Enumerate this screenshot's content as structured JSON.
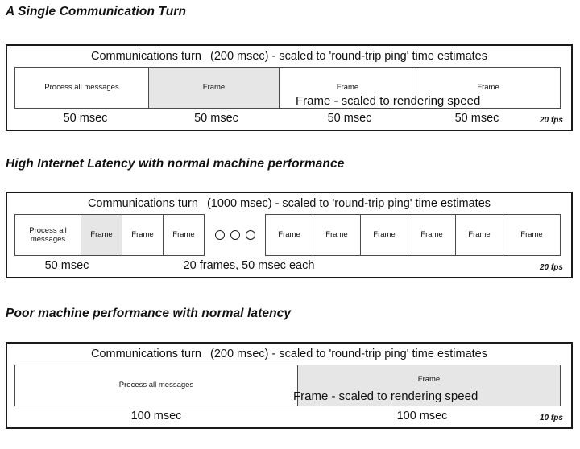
{
  "page": {
    "background": "#ffffff",
    "shade_color": "#e6e6e6",
    "border_color": "#1a1a1a",
    "cell_border_color": "#4a4a4a"
  },
  "sections": [
    {
      "id": "single-turn",
      "title": "A Single Communication Turn",
      "caption": {
        "prefix": "Communications turn",
        "duration": "(200 msec) - scaled to 'round-trip ping' time estimates"
      },
      "cells": [
        {
          "label": "Process all messages",
          "shaded": false
        },
        {
          "label": "Frame",
          "shaded": true
        },
        {
          "label": "Frame",
          "shaded": false
        },
        {
          "label": "Frame",
          "shaded": false
        }
      ],
      "overlay": "Frame - scaled to rendering speed",
      "msec_labels": [
        "50 msec",
        "50 msec",
        "50 msec",
        "50 msec"
      ],
      "fps": "20 fps"
    },
    {
      "id": "high-latency",
      "title": "High Internet Latency with normal machine performance",
      "caption": {
        "prefix": "Communications turn",
        "duration": "(1000 msec) - scaled to 'round-trip ping' time estimates"
      },
      "cells": [
        {
          "label": "Process all messages",
          "shaded": false
        },
        {
          "label": "Frame",
          "shaded": true
        },
        {
          "label": "Frame",
          "shaded": false
        },
        {
          "label": "Frame",
          "shaded": false
        }
      ],
      "ellipsis_dots": 3,
      "cells_after": [
        {
          "label": "Frame",
          "shaded": false
        },
        {
          "label": "Frame",
          "shaded": false
        },
        {
          "label": "Frame",
          "shaded": false
        },
        {
          "label": "Frame",
          "shaded": false
        },
        {
          "label": "Frame",
          "shaded": false
        },
        {
          "label": "Frame",
          "shaded": false
        }
      ],
      "msec_labels": [
        "50 msec",
        "20 frames, 50 msec each"
      ],
      "fps": "20 fps"
    },
    {
      "id": "poor-performance",
      "title": "Poor machine performance with normal latency",
      "caption": {
        "prefix": "Communications turn",
        "duration": "(200 msec) - scaled to 'round-trip ping' time estimates"
      },
      "cells": [
        {
          "label": "Process all messages",
          "shaded": false
        },
        {
          "label": "Frame",
          "shaded": true
        }
      ],
      "overlay": "Frame - scaled to rendering speed",
      "msec_labels": [
        "100 msec",
        "100 msec"
      ],
      "fps": "10 fps"
    }
  ]
}
